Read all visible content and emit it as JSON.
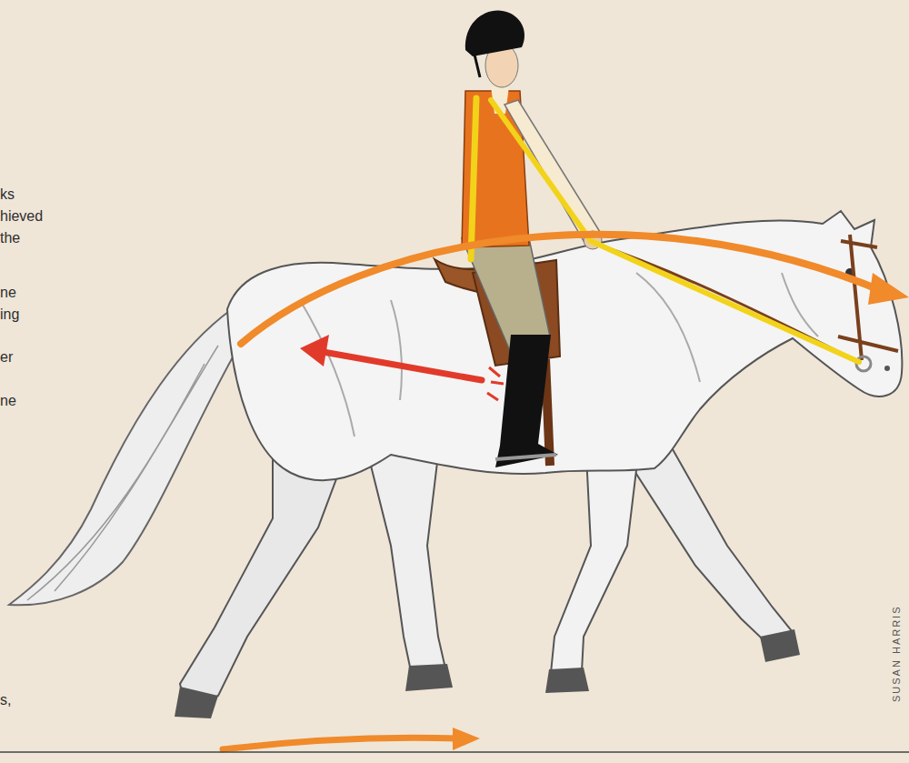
{
  "diagram": {
    "labels": [
      "ks",
      "hieved",
      "the",
      "ne",
      "ing",
      "er",
      "ne",
      "s,",
      "SUSAN HARRIS"
    ]
  }
}
